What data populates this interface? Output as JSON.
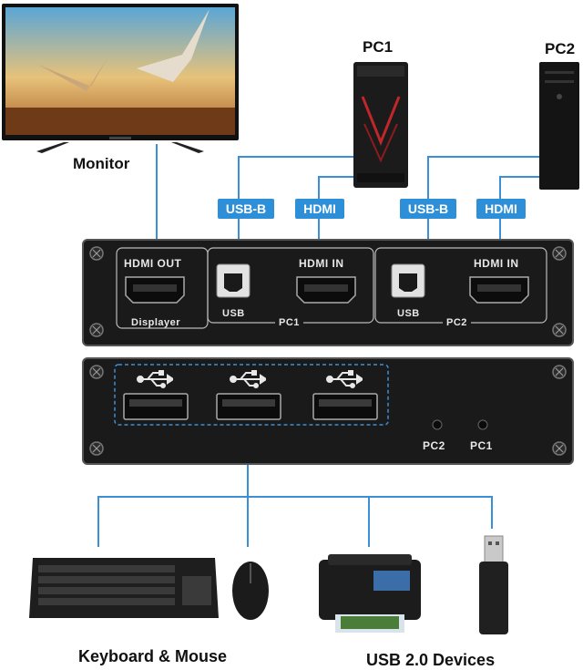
{
  "labels": {
    "monitor": "Monitor",
    "pc1": "PC1",
    "pc2": "PC2",
    "keyboard_mouse": "Keyboard & Mouse",
    "usb_devices": "USB 2.0 Devices"
  },
  "tags": {
    "usb_b_1": "USB-B",
    "hdmi_1": "HDMI",
    "usb_b_2": "USB-B",
    "hdmi_2": "HDMI"
  },
  "back_panel": {
    "hdmi_out": "HDMI OUT",
    "displayer": "Displayer",
    "usb_pc1": "USB",
    "hdmi_in_pc1": "HDMI IN",
    "group_pc1": "PC1",
    "usb_pc2": "USB",
    "hdmi_in_pc2": "HDMI IN",
    "group_pc2": "PC2"
  },
  "front_panel": {
    "led_pc2": "PC2",
    "led_pc1": "PC1"
  },
  "colors": {
    "accent": "#2e8fd9",
    "panel": "#1a1a1a",
    "panel_text": "#e8e8e8"
  },
  "icons": [
    "usb-icon",
    "usb-icon",
    "usb-icon"
  ]
}
